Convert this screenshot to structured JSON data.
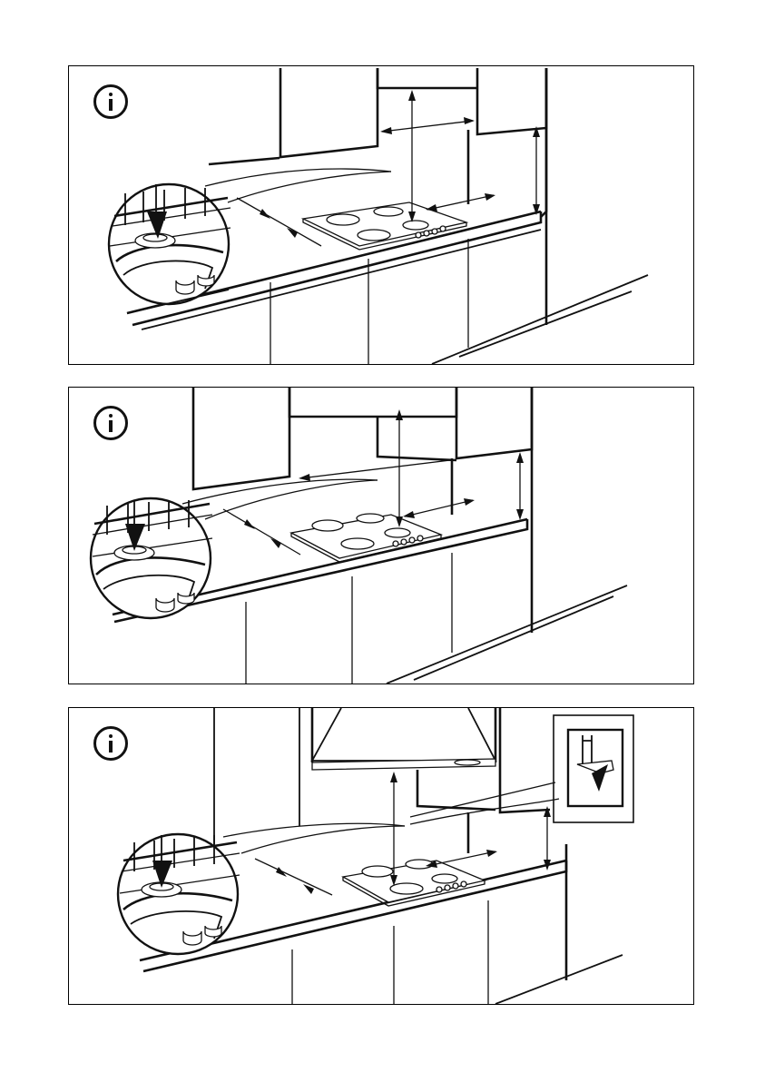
{
  "panels": [
    {
      "id": "panel-1",
      "info_icon": "info-icon",
      "hood": "none"
    },
    {
      "id": "panel-2",
      "info_icon": "info-icon",
      "hood": "none"
    },
    {
      "id": "panel-3",
      "info_icon": "info-icon",
      "hood": "chimney-hood-icon"
    }
  ],
  "colors": {
    "line": "#111111",
    "background": "#ffffff"
  }
}
